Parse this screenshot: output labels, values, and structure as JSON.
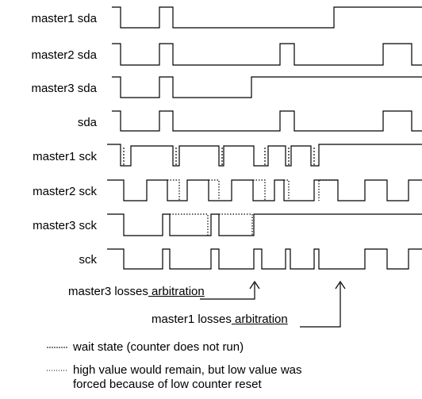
{
  "signals": [
    {
      "id": "master1-sda",
      "label": "master1 sda"
    },
    {
      "id": "master2-sda",
      "label": "master2 sda"
    },
    {
      "id": "master3-sda",
      "label": "master3 sda"
    },
    {
      "id": "sda",
      "label": "sda"
    },
    {
      "id": "master1-sck",
      "label": "master1 sck"
    },
    {
      "id": "master2-sck",
      "label": "master2 sck"
    },
    {
      "id": "master3-sck",
      "label": "master3 sck"
    },
    {
      "id": "sck",
      "label": "sck"
    }
  ],
  "annotations": {
    "master3": {
      "prefix": "master3 losses",
      "underlined": " arbitration"
    },
    "master1": {
      "prefix": "master1 losses",
      "underlined": " arbitration"
    }
  },
  "legend": [
    {
      "line_style": "dashed-dense",
      "text": "wait state (counter does not run)"
    },
    {
      "line_style": "dotted",
      "text": "high value would remain, but low value was forced because of low counter reset"
    }
  ]
}
